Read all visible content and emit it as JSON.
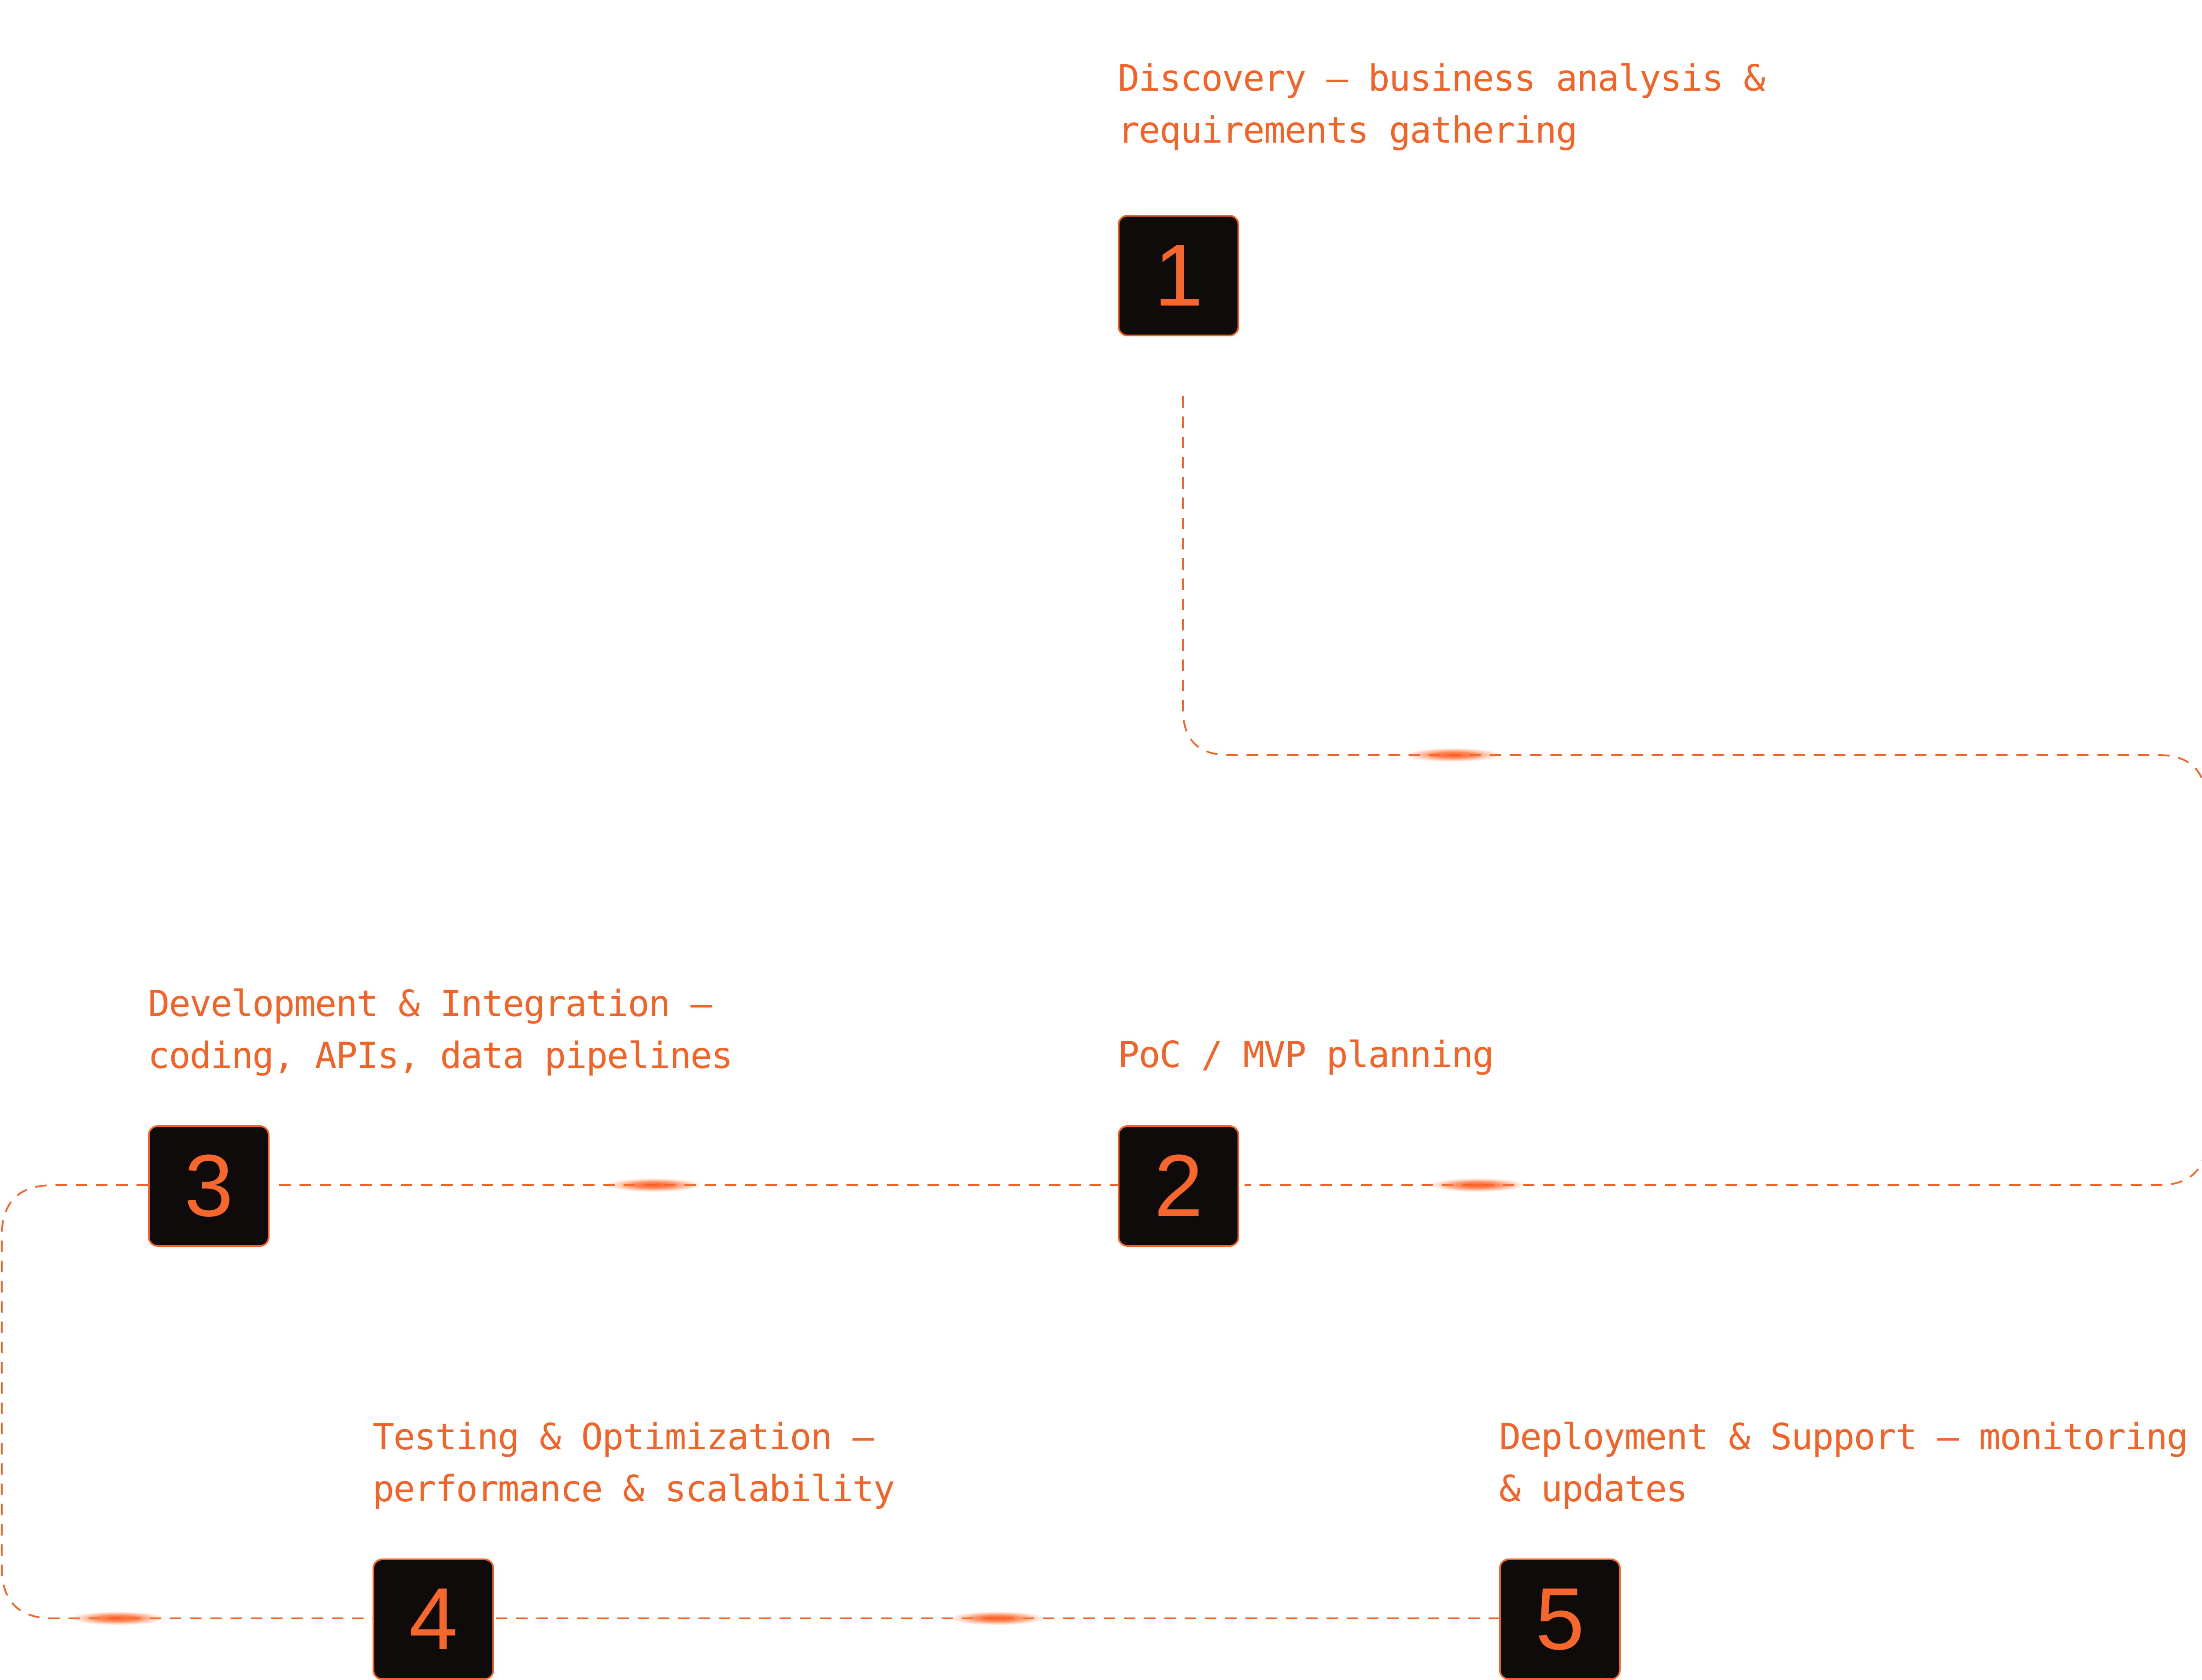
{
  "colors": {
    "accent": "#f0642a",
    "box_fill": "#0e0b0a",
    "background": "#ffffff"
  },
  "steps": [
    {
      "number": "1",
      "label_lines": [
        "Discovery – business analysis &",
        "requirements gathering"
      ]
    },
    {
      "number": "2",
      "label_lines": [
        "PoC / MVP planning"
      ]
    },
    {
      "number": "3",
      "label_lines": [
        "Development & Integration –",
        "coding, APIs, data pipelines"
      ]
    },
    {
      "number": "4",
      "label_lines": [
        "Testing & Optimization –",
        "performance & scalability"
      ]
    },
    {
      "number": "5",
      "label_lines": [
        "Deployment & Support – monitoring",
        "& updates"
      ]
    }
  ]
}
